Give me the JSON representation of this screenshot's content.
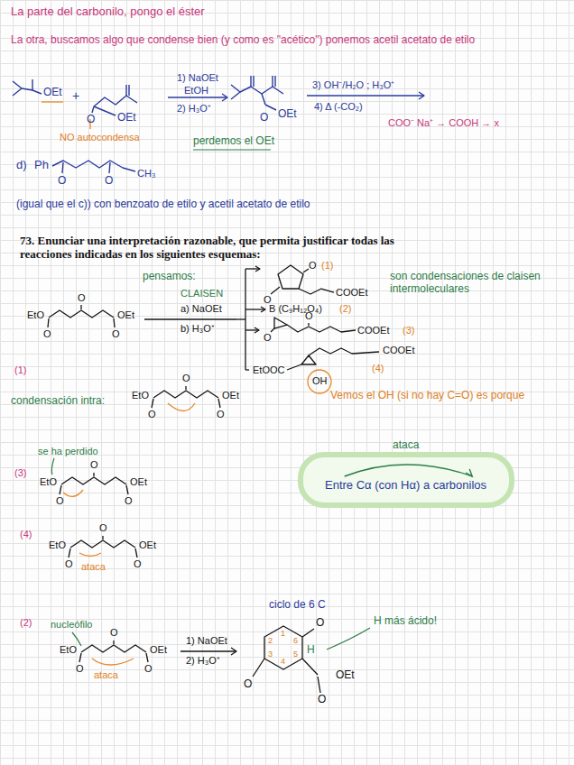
{
  "diagram": {
    "nodes": [
      {
        "text": [
          "ataca",
          "Entre Cα (con Hα) a carbonilos"
        ]
      }
    ],
    "labels": [
      "La parte del carbonilo, pongo el éster",
      "La otra, buscamos algo que condense bien (y como es \"acético\") ponemos acetil acetato de etilo",
      "OEt",
      "O",
      "OEt",
      "1) NaOEt",
      "EtOH",
      "2) H₃O⁺",
      "O",
      "OEt",
      "3) OH⁻/H₂O ; H₃O⁺",
      "4) Δ (-CO₂)",
      "NO autocondensa",
      "perdemos el OEt",
      "COO⁻ Na⁺ → COOH → x",
      "d)",
      "Ph",
      "CH₃",
      "O",
      "O",
      "(igual que el c)) con benzoato de etilo y acetil acetato de etilo",
      "73. Enunciar una interpretación razonable, que permita justificar todas las reacciones indicadas en los siguientes esquemas:",
      "pensamos:",
      "CLAISEN",
      "a) NaOEt",
      "b) H₃O⁺",
      "EtO",
      "OEt",
      "O",
      "O",
      "O",
      "O",
      "O",
      "COOEt",
      "(1)",
      "B (C₉H₁₂O₄)",
      "(2)",
      "O",
      "O",
      "COOEt",
      "(3)",
      "COOEt",
      "EtOOC",
      "OH",
      "(4)",
      "son condensaciones de claisen intermoleculares",
      "Vemos el OH (si no hay C=O) es porque",
      "(1)",
      "condensación intra:",
      "EtO",
      "OEt",
      "O",
      "O",
      "O",
      "(3)",
      "se ha perdido",
      "EtO",
      "OEt",
      "O",
      "O",
      "O",
      "(4)",
      "EtO",
      "OEt",
      "O",
      "O",
      "O",
      "ataca",
      "(2)",
      "nucleófilo",
      "EtO",
      "OEt",
      "O",
      "O",
      "O",
      "ataca",
      "1) NaOEt",
      "2) H₃O⁺",
      "ciclo de 6 C",
      "H más ácido!",
      "O",
      "O",
      "O",
      "OEt",
      "H",
      "1",
      "2",
      "3",
      "4",
      "5",
      "6",
      "+"
    ]
  }
}
